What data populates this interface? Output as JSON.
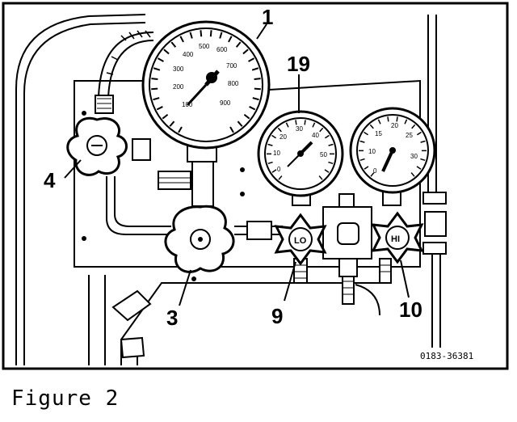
{
  "figure": {
    "caption": "Figure 2",
    "part_number": "0183-36381",
    "callouts": {
      "c1": "1",
      "c19": "19",
      "c4": "4",
      "c3": "3",
      "c9": "9",
      "c10": "10"
    },
    "knob_labels": {
      "lo": "LO",
      "hi": "HI"
    },
    "big_gauge_scale": [
      "100",
      "200",
      "300",
      "400",
      "500",
      "600",
      "700",
      "800",
      "900"
    ],
    "lo_gauge_scale": [
      "0",
      "10",
      "20",
      "30",
      "40",
      "50"
    ],
    "hi_gauge_scale": [
      "0",
      "10",
      "15",
      "20",
      "25",
      "30"
    ]
  }
}
